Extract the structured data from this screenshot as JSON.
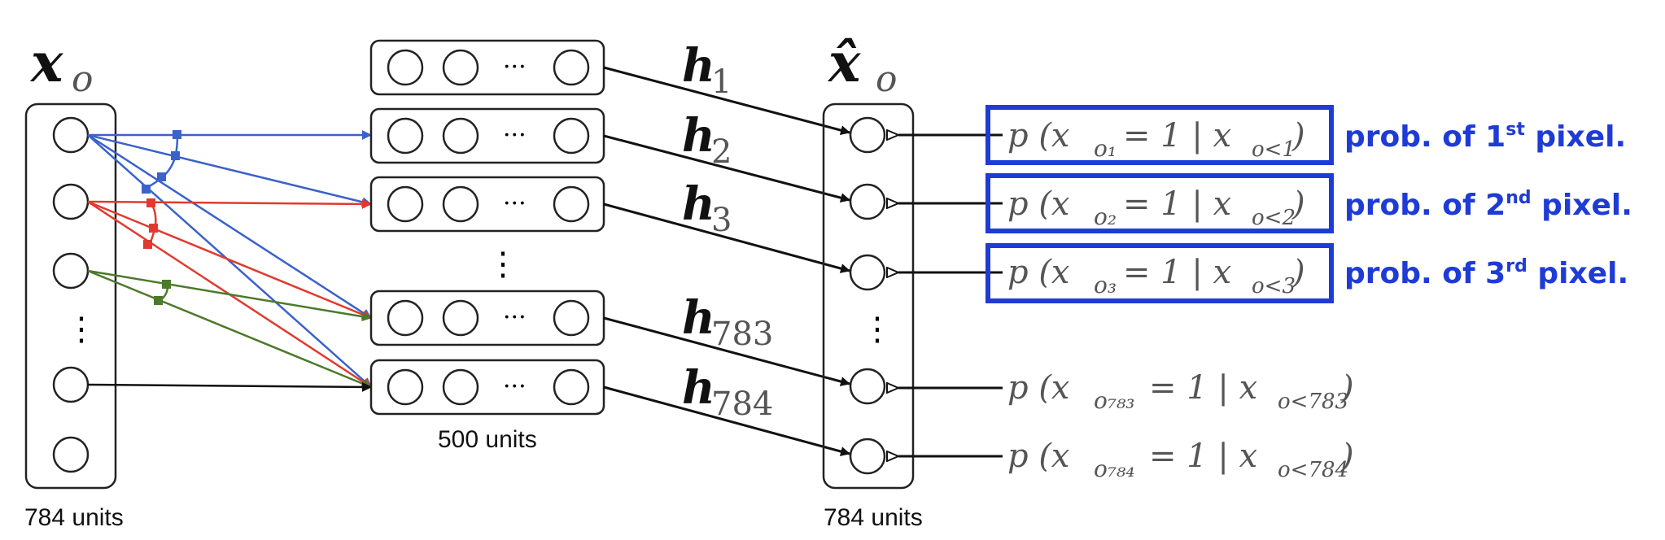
{
  "input_layer": {
    "title": "x",
    "title_sub": "o",
    "units_label": "784 units",
    "vdots": "⋮"
  },
  "hidden_layer": {
    "units_label": "500 units",
    "dots": "···",
    "vdots": "⋮"
  },
  "output_layer": {
    "title": "x̂",
    "title_sub": "o",
    "units_label": "784 units",
    "vdots": "⋮"
  },
  "hidden_labels": [
    {
      "h": "h",
      "sub": "1"
    },
    {
      "h": "h",
      "sub": "2"
    },
    {
      "h": "h",
      "sub": "3"
    },
    {
      "h": "h",
      "sub": "783"
    },
    {
      "h": "h",
      "sub": "784"
    }
  ],
  "probabilities": [
    {
      "text": "p (x",
      "sub": "o₁",
      "mid": " = 1 | x",
      "cond": "o<1",
      "end": ")"
    },
    {
      "text": "p (x",
      "sub": "o₂",
      "mid": " = 1 | x",
      "cond": "o<2",
      "end": ")"
    },
    {
      "text": "p (x",
      "sub": "o₃",
      "mid": " = 1 | x",
      "cond": "o<3",
      "end": ")"
    },
    {
      "text": "p (x",
      "sub": "o₇₈₃",
      "mid": " = 1 | x",
      "cond": "o<783",
      "end": ")"
    },
    {
      "text": "p (x",
      "sub": "o₇₈₄",
      "mid": " = 1 | x",
      "cond": "o<784",
      "end": ")"
    }
  ],
  "notes": [
    {
      "pre": "prob. of 1",
      "sup": "st",
      "post": " pixel."
    },
    {
      "pre": "prob. of 2",
      "sup": "nd",
      "post": " pixel."
    },
    {
      "pre": "prob. of 3",
      "sup": "rd",
      "post": " pixel."
    }
  ],
  "colors": {
    "blue": "#3a62c9",
    "red": "#e03a2f",
    "green": "#4b7a2a",
    "black": "#111111",
    "highlight": "#1f3bd6"
  }
}
